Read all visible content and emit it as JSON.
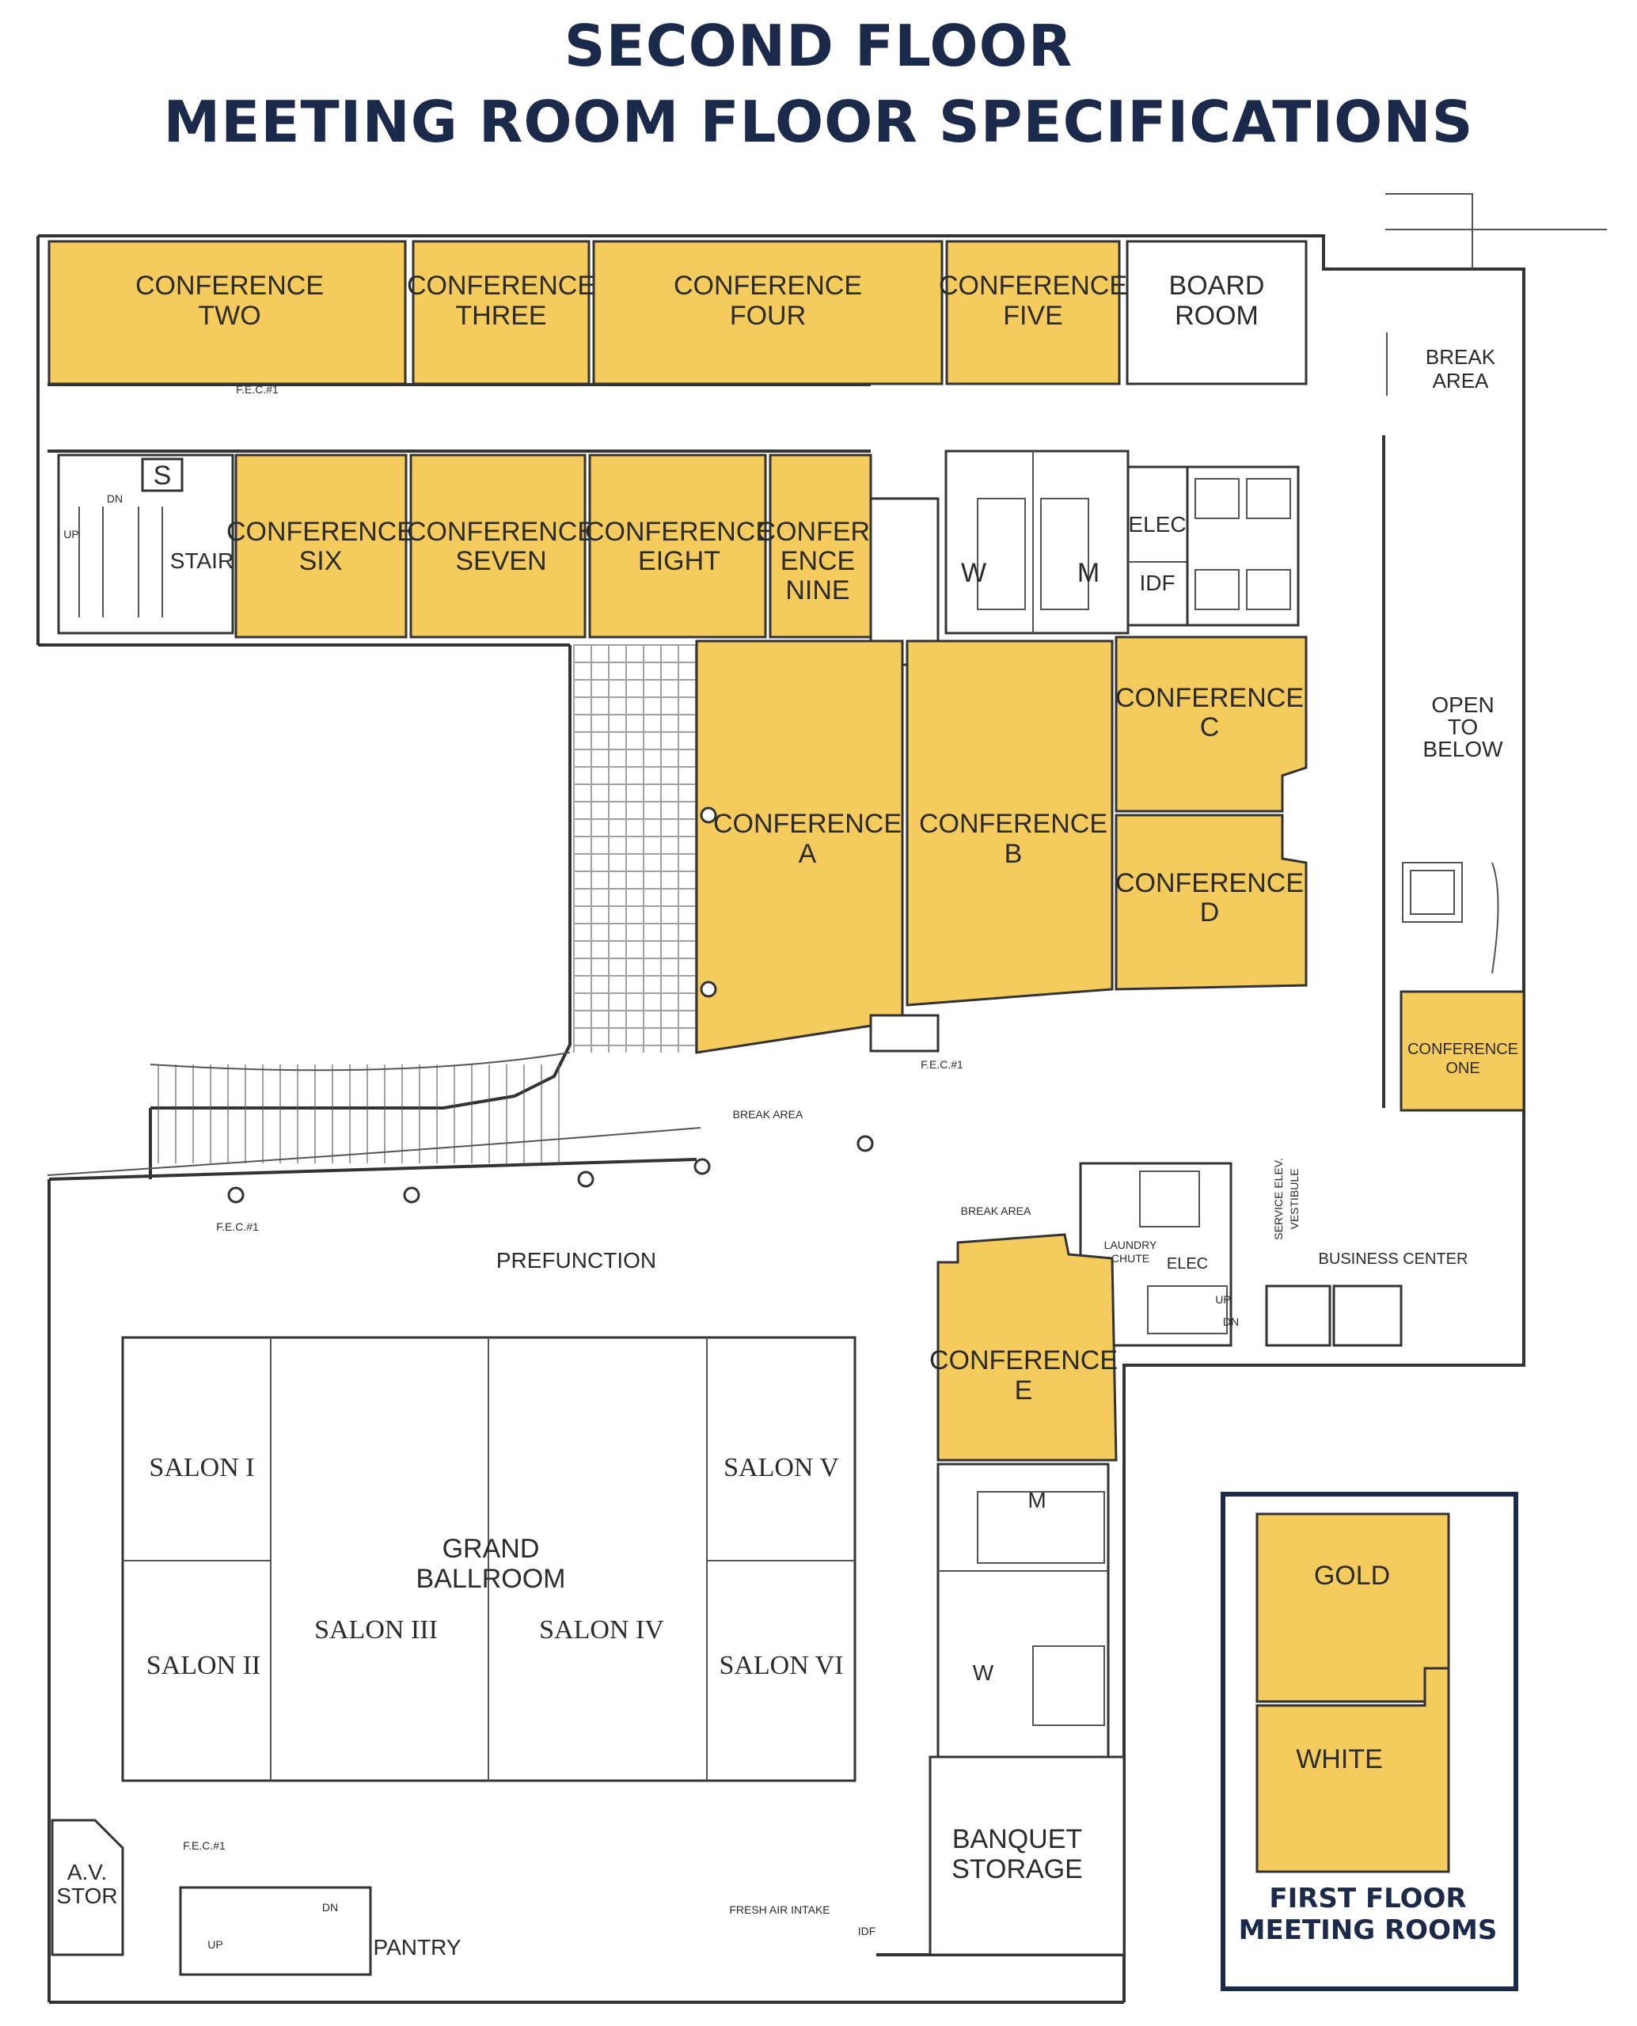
{
  "title": {
    "line1": "SECOND FLOOR",
    "line2": "MEETING ROOM FLOOR SPECIFICATIONS"
  },
  "rooms": {
    "conf_two": [
      "CONFERENCE",
      "TWO"
    ],
    "conf_three": [
      "CONFERENCE",
      "THREE"
    ],
    "conf_four": [
      "CONFERENCE",
      "FOUR"
    ],
    "conf_five": [
      "CONFERENCE",
      "FIVE"
    ],
    "board_room": [
      "BOARD",
      "ROOM"
    ],
    "conf_six": [
      "CONFERENCE",
      "SIX"
    ],
    "conf_seven": [
      "CONFERENCE",
      "SEVEN"
    ],
    "conf_eight": [
      "CONFERENCE",
      "EIGHT"
    ],
    "conf_nine": [
      "CONFER-",
      "ENCE",
      "NINE"
    ],
    "conf_a": [
      "CONFERENCE",
      "A"
    ],
    "conf_b": [
      "CONFERENCE",
      "B"
    ],
    "conf_c": [
      "CONFERENCE",
      "C"
    ],
    "conf_d": [
      "CONFERENCE",
      "D"
    ],
    "conf_e": [
      "CONFERENCE",
      "E"
    ],
    "conf_one": [
      "CONFERENCE",
      "ONE"
    ],
    "salon_i": "SALON I",
    "salon_ii": "SALON II",
    "salon_iii": "SALON III",
    "salon_iv": "SALON IV",
    "salon_v": "SALON V",
    "salon_vi": "SALON VI",
    "grand_ballroom": [
      "GRAND",
      "BALLROOM"
    ]
  },
  "labels": {
    "stair": "STAIR",
    "s": "S",
    "w": "W",
    "m": "M",
    "elec": "ELEC",
    "idf": "IDF",
    "break_area": [
      "BREAK",
      "AREA"
    ],
    "open_to_below": [
      "OPEN",
      "TO",
      "BELOW"
    ],
    "break_area_small": "BREAK AREA",
    "prefunction": "PREFUNCTION",
    "laundry_chute": [
      "LAUNDRY",
      "CHUTE"
    ],
    "service_elev": [
      "SERVICE ELEV.",
      "VESTIBULE"
    ],
    "business_center": "BUSINESS CENTER",
    "up": "UP",
    "dn": "DN",
    "fec": "F.E.C.#1",
    "banquet_storage": [
      "BANQUET",
      "STORAGE"
    ],
    "av_stor": [
      "A.V.",
      "STOR"
    ],
    "pantry": "PANTRY",
    "fresh_air_intake": "FRESH AIR INTAKE"
  },
  "legend": {
    "gold": "GOLD",
    "white": "WHITE",
    "title": [
      "FIRST FLOOR",
      "MEETING ROOMS"
    ]
  },
  "colors": {
    "meeting_room": "#f4cb5c",
    "title": "#1b2a4a"
  }
}
